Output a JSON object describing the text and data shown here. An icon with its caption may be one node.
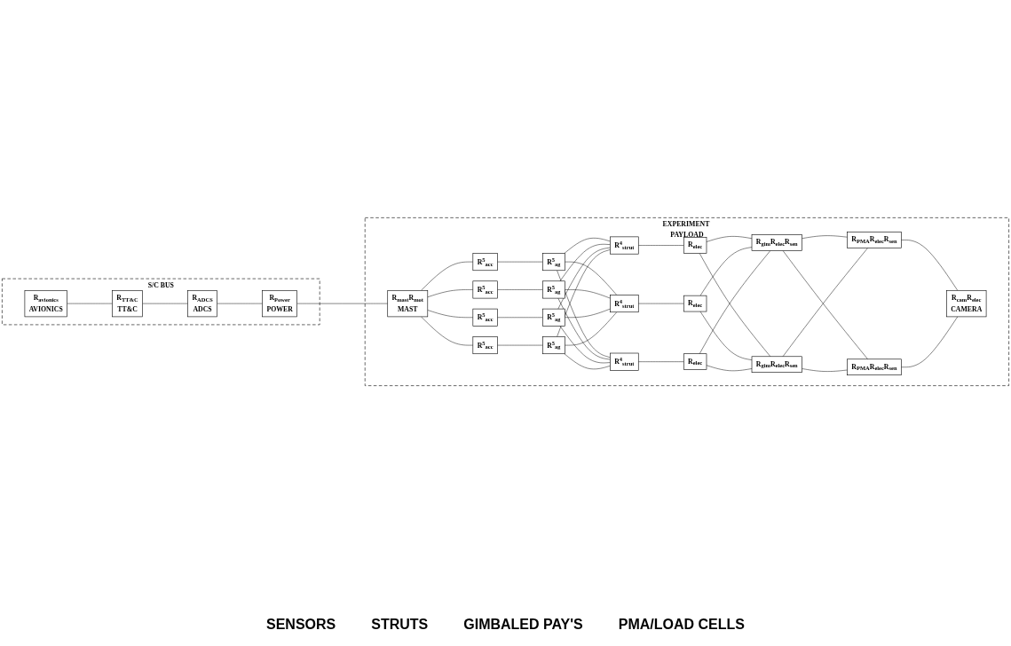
{
  "diagram": {
    "nodes": [
      {
        "text": [
          "S/C BUS"
        ]
      },
      {
        "text": [
          "R$_{avionics}$",
          "AVIONICS"
        ],
        "in": 0
      },
      {
        "text": [
          "R$_{TT&C}$",
          "TT&C"
        ],
        "in": 0
      },
      {
        "text": [
          "R$_{ADCS}$",
          "ADCS"
        ],
        "in": 0
      },
      {
        "text": [
          "R$_{Power}$",
          "POWER"
        ],
        "in": 0
      },
      {
        "text": [
          "EXPERIMENT PAYLOAD"
        ]
      },
      {
        "text": [
          "R$_{mast}$R$_{mot}$",
          "MAST"
        ],
        "in": 5
      },
      {
        "text": [
          "R$^{5}$$_{acc}$"
        ],
        "in": 5
      },
      {
        "text": [
          "R$^{5}$$_{ag}$"
        ],
        "in": 5
      },
      {
        "text": [
          "R$^{5}$$_{acc}$"
        ],
        "in": 5
      },
      {
        "text": [
          "R$^{5}$$_{ag}$"
        ],
        "in": 5
      },
      {
        "text": [
          "R$^{5}$$_{acc}$"
        ],
        "in": 5
      },
      {
        "text": [
          "R$^{5}$$_{ag}$"
        ],
        "in": 5
      },
      {
        "text": [
          "R$^{5}$$_{acc}$"
        ],
        "in": 5
      },
      {
        "text": [
          "R$^{5}$$_{ag}$"
        ],
        "in": 5
      },
      {
        "text": [
          "R$^{4}$$_{strut}$"
        ],
        "in": 5
      },
      {
        "text": [
          "R$_{elec}$"
        ],
        "in": 5
      },
      {
        "text": [
          "R$^{4}$$_{strut}$"
        ],
        "in": 5
      },
      {
        "text": [
          "R$_{elec}$"
        ],
        "in": 5
      },
      {
        "text": [
          "R$^{4}$$_{strut}$"
        ],
        "in": 5
      },
      {
        "text": [
          "R$_{elec}$"
        ],
        "in": 5
      },
      {
        "text": [
          "R$_{gim}$R$_{elec}$R$_{sen}$"
        ],
        "in": 5
      },
      {
        "text": [
          "R$_{gim}$R$_{elec}$R$_{sen}$"
        ],
        "in": 5
      },
      {
        "text": [
          "R$_{PMA}$R$_{elec}$R$_{sen}$"
        ],
        "in": 5
      },
      {
        "text": [
          "R$_{PMA}$R$_{elec}$R$_{sen}$"
        ],
        "in": 5
      },
      {
        "text": [
          "R$_{cam}$R$_{elec}$",
          "CAMERA"
        ],
        "in": 5
      }
    ],
    "edges": [
      {
        "from": 1,
        "to": 2,
        "arrow": "none"
      },
      {
        "from": 2,
        "to": 3,
        "arrow": "none"
      },
      {
        "from": 3,
        "to": 4,
        "arrow": "none"
      },
      {
        "from": 4,
        "to": 6,
        "arrow": "none"
      },
      {
        "from": 6,
        "to": 7,
        "arrow": "none"
      },
      {
        "from": 6,
        "to": 9,
        "arrow": "none"
      },
      {
        "from": 6,
        "to": 11,
        "arrow": "none"
      },
      {
        "from": 6,
        "to": 13,
        "arrow": "none"
      },
      {
        "from": 7,
        "to": 8,
        "arrow": "none"
      },
      {
        "from": 9,
        "to": 10,
        "arrow": "none"
      },
      {
        "from": 11,
        "to": 12,
        "arrow": "none"
      },
      {
        "from": 13,
        "to": 14,
        "arrow": "none"
      },
      {
        "from": 8,
        "to": 15,
        "arrow": "none"
      },
      {
        "from": 8,
        "to": 17,
        "arrow": "none"
      },
      {
        "from": 8,
        "to": 19,
        "arrow": "none"
      },
      {
        "from": 10,
        "to": 15,
        "arrow": "none"
      },
      {
        "from": 10,
        "to": 17,
        "arrow": "none"
      },
      {
        "from": 10,
        "to": 19,
        "arrow": "none"
      },
      {
        "from": 12,
        "to": 15,
        "arrow": "none"
      },
      {
        "from": 12,
        "to": 17,
        "arrow": "none"
      },
      {
        "from": 12,
        "to": 19,
        "arrow": "none"
      },
      {
        "from": 14,
        "to": 15,
        "arrow": "none"
      },
      {
        "from": 14,
        "to": 17,
        "arrow": "none"
      },
      {
        "from": 14,
        "to": 19,
        "arrow": "none"
      },
      {
        "from": 15,
        "to": 16,
        "arrow": "none"
      },
      {
        "from": 17,
        "to": 18,
        "arrow": "none"
      },
      {
        "from": 19,
        "to": 20,
        "arrow": "none"
      },
      {
        "from": 16,
        "to": 21,
        "arrow": "none"
      },
      {
        "from": 16,
        "to": 22,
        "arrow": "none"
      },
      {
        "from": 18,
        "to": 21,
        "arrow": "none"
      },
      {
        "from": 18,
        "to": 22,
        "arrow": "none"
      },
      {
        "from": 20,
        "to": 21,
        "arrow": "none"
      },
      {
        "from": 20,
        "to": 22,
        "arrow": "none"
      },
      {
        "from": 21,
        "to": 23,
        "arrow": "none"
      },
      {
        "from": 21,
        "to": 24,
        "arrow": "none"
      },
      {
        "from": 22,
        "to": 23,
        "arrow": "none"
      },
      {
        "from": 22,
        "to": 24,
        "arrow": "none"
      },
      {
        "from": 23,
        "to": 25,
        "arrow": "none"
      },
      {
        "from": 24,
        "to": 25,
        "arrow": "none"
      }
    ],
    "labels": [
      "SENSORS",
      "STRUTS",
      "GIMBALED PAY'S",
      "PMA/LOAD CELLS"
    ]
  }
}
